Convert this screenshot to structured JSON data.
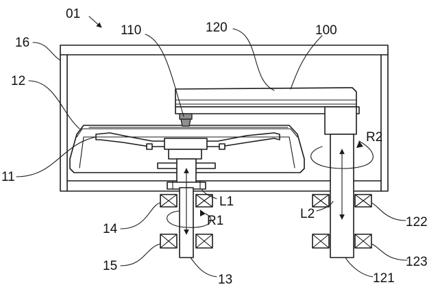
{
  "labels": {
    "assembly": "01",
    "housing": "16",
    "tray": "12",
    "platform": "11",
    "lift_bearing": "14",
    "rot_bearing": "15",
    "lift_shaft": "13",
    "arm_head": "110",
    "arm": "120",
    "robot": "100",
    "column_bearing_top": "122",
    "column_bearing_bottom": "123",
    "column": "121",
    "lift_motion": "L1",
    "rot_motion": "R1",
    "column_lift_motion": "L2",
    "column_rot_motion": "R2"
  }
}
